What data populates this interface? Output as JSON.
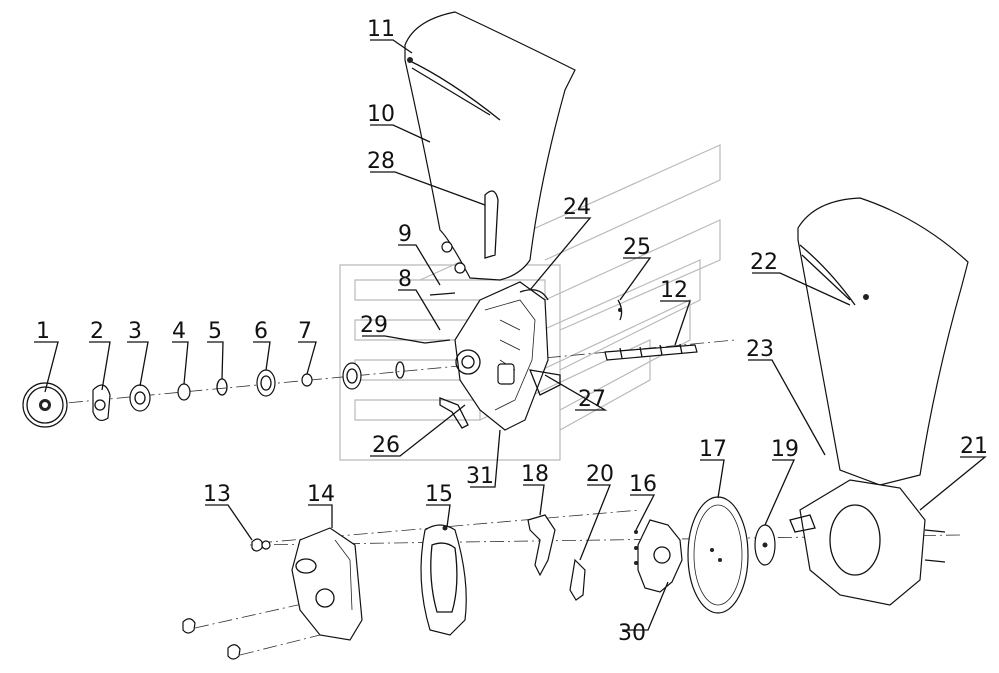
{
  "callouts": [
    {
      "id": "1",
      "text": "1"
    },
    {
      "id": "2",
      "text": "2"
    },
    {
      "id": "3",
      "text": "3"
    },
    {
      "id": "4",
      "text": "4"
    },
    {
      "id": "5",
      "text": "5"
    },
    {
      "id": "6",
      "text": "6"
    },
    {
      "id": "7",
      "text": "7"
    },
    {
      "id": "8",
      "text": "8"
    },
    {
      "id": "9",
      "text": "9"
    },
    {
      "id": "10",
      "text": "10"
    },
    {
      "id": "11",
      "text": "11"
    },
    {
      "id": "12",
      "text": "12"
    },
    {
      "id": "13",
      "text": "13"
    },
    {
      "id": "14",
      "text": "14"
    },
    {
      "id": "15",
      "text": "15"
    },
    {
      "id": "16",
      "text": "16"
    },
    {
      "id": "17",
      "text": "17"
    },
    {
      "id": "18",
      "text": "18"
    },
    {
      "id": "19",
      "text": "19"
    },
    {
      "id": "20",
      "text": "20"
    },
    {
      "id": "21",
      "text": "21"
    },
    {
      "id": "22",
      "text": "22"
    },
    {
      "id": "23",
      "text": "23"
    },
    {
      "id": "24",
      "text": "24"
    },
    {
      "id": "25",
      "text": "25"
    },
    {
      "id": "26",
      "text": "26"
    },
    {
      "id": "27",
      "text": "27"
    },
    {
      "id": "28",
      "text": "28"
    },
    {
      "id": "29",
      "text": "29"
    },
    {
      "id": "30",
      "text": "30"
    },
    {
      "id": "31",
      "text": "31"
    }
  ],
  "colors": {
    "line": "#111111",
    "background": "#ffffff",
    "watermark": "#b9b9b9"
  }
}
